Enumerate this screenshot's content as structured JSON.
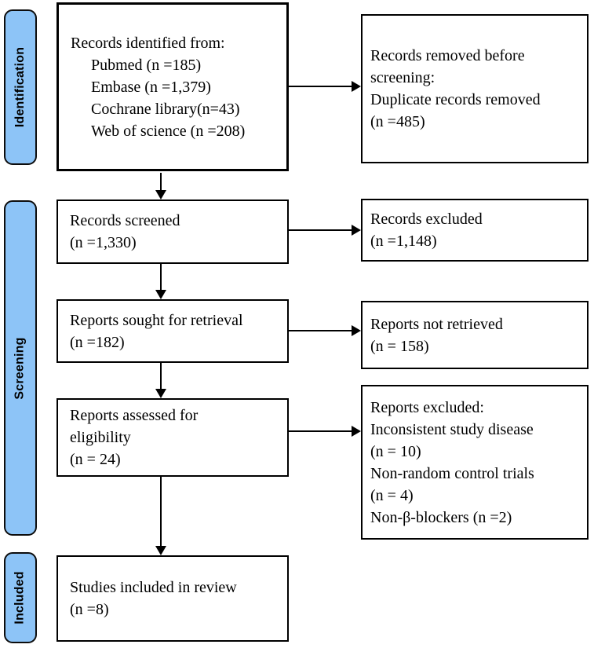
{
  "diagram": {
    "type": "prisma-flow",
    "colors": {
      "stage_fill": "#8DC4F7",
      "stage_border": "#0d0d0d",
      "box_border": "#000000",
      "background": "#ffffff"
    },
    "stages": {
      "identification": "Identification",
      "screening": "Screening",
      "included": "Included"
    },
    "left_boxes": {
      "records_identified": {
        "lines": {
          "title": "Records identified from:",
          "item1": "Pubmed (n =185)",
          "item2": "Embase (n =1,379)",
          "item3": "Cochrane library(n=43)",
          "item4": "Web of science (n =208)"
        }
      },
      "records_screened": {
        "lines": {
          "l1": "Records screened",
          "l2": "(n =1,330)"
        }
      },
      "reports_sought": {
        "lines": {
          "l1": "Reports sought for retrieval",
          "l2": "(n =182)"
        }
      },
      "reports_assessed": {
        "lines": {
          "l1": "Reports assessed for",
          "l2": "eligibility",
          "l3": "(n = 24)"
        }
      },
      "studies_included": {
        "lines": {
          "l1": "Studies included in review",
          "l2": "(n =8)"
        }
      }
    },
    "right_boxes": {
      "records_removed": {
        "lines": {
          "l1": "Records removed before",
          "l2": "screening:",
          "l3": "Duplicate records removed",
          "l4": "(n =485)"
        }
      },
      "records_excluded": {
        "lines": {
          "l1": "Records excluded",
          "l2": "(n =1,148)"
        }
      },
      "reports_not_retrieved": {
        "lines": {
          "l1": "Reports not retrieved",
          "l2": "(n = 158)"
        }
      },
      "reports_excluded": {
        "lines": {
          "l1": "Reports excluded:",
          "l2": "Inconsistent study disease",
          "l3": "(n = 10)",
          "l4": "Non-random control trials",
          "l5": "(n = 4)",
          "l6": "Non-β-blockers (n =2)"
        }
      }
    }
  }
}
